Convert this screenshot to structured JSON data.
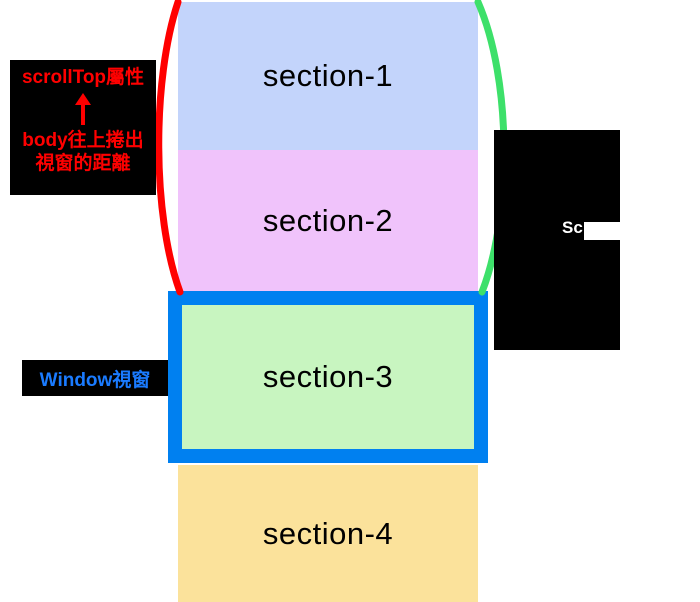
{
  "diagram": {
    "title": "scrollTop / window viewport scroll diagram",
    "colors": {
      "section_1_bg": "#c3d4fb",
      "section_2_bg": "#f0c3fb",
      "section_3_bg": "#c8f5c0",
      "section_4_bg": "#fbe29b",
      "window_frame": "#0080f0",
      "left_arc": "#ff0000",
      "right_arc": "#3de06a",
      "callout_bg": "#000000",
      "scrolltop_text": "#ff0000",
      "window_text": "#1a7bff",
      "scroll_text": "#ffffff"
    }
  },
  "sections": [
    {
      "id": "section-1",
      "label": "section-1"
    },
    {
      "id": "section-2",
      "label": "section-2"
    },
    {
      "id": "section-3",
      "label": "section-3"
    },
    {
      "id": "section-4",
      "label": "section-4"
    }
  ],
  "callouts": {
    "scroll_top": {
      "line_1": "scrollTop屬性",
      "line_2": "body往上捲出",
      "line_3": "視窗的距離",
      "arrow": "up-arrow-icon"
    },
    "window": {
      "label": "Window視窗"
    },
    "scroll_height": {
      "label": "Sc"
    }
  },
  "arcs": {
    "left": {
      "name": "red-arc",
      "color": "#ff0000"
    },
    "right": {
      "name": "green-arc",
      "color": "#3de06a"
    }
  }
}
